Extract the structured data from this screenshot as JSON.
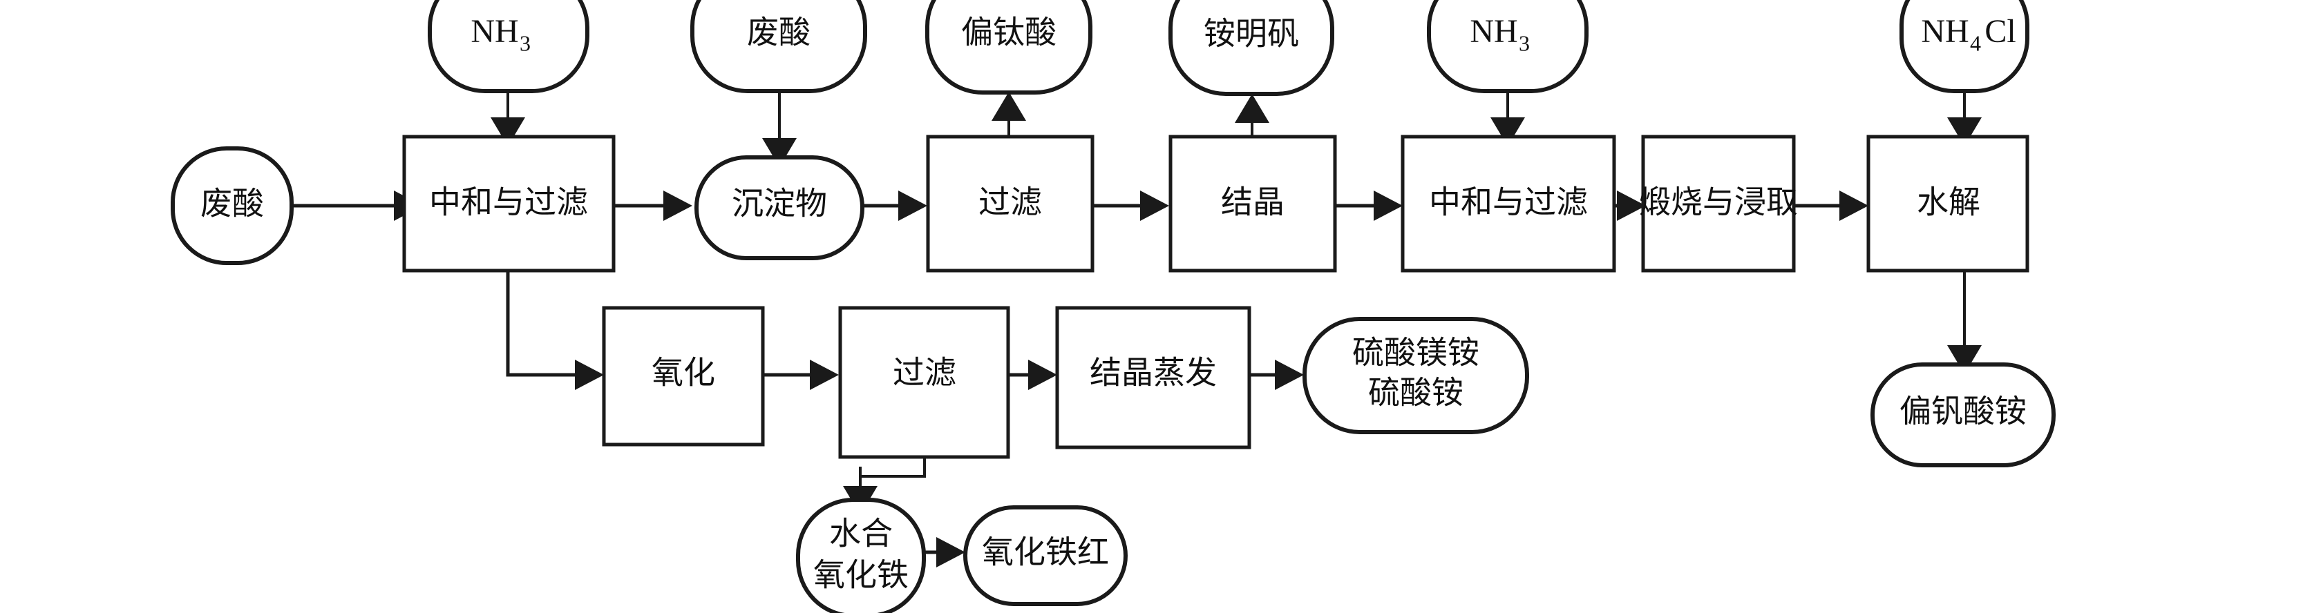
{
  "diagram": {
    "title": "",
    "type": "process-flowchart",
    "colors": {
      "stroke": "#1a1a1a",
      "fill": "#ffffff",
      "text": "#111111"
    },
    "nodes": {
      "waste_acid_in": {
        "label": "废酸",
        "shape": "rounded"
      },
      "nh3_1": {
        "label": "NH",
        "sub": "3",
        "shape": "rounded"
      },
      "neutralize_filter_1": {
        "label": "中和与过滤",
        "shape": "rect"
      },
      "waste_acid_2": {
        "label": "废酸",
        "shape": "rounded"
      },
      "precipitate": {
        "label": "沉淀物",
        "shape": "rounded"
      },
      "metatitanic_acid": {
        "label": "偏钛酸",
        "shape": "rounded"
      },
      "filter_1": {
        "label": "过滤",
        "shape": "rect"
      },
      "ammonium_alum": {
        "label": "铵明矾",
        "shape": "rounded"
      },
      "crystallize": {
        "label": "结晶",
        "shape": "rect"
      },
      "nh3_2": {
        "label": "NH",
        "sub": "3",
        "shape": "rounded"
      },
      "neutralize_filter_2": {
        "label": "中和与过滤",
        "shape": "rect"
      },
      "calcine_leach": {
        "label": "煅烧与浸取",
        "shape": "rect"
      },
      "nh4cl": {
        "label": "NH",
        "sub": "4",
        "label2": "Cl",
        "shape": "rounded"
      },
      "hydrolysis": {
        "label": "水解",
        "shape": "rect"
      },
      "ammonium_metavanadate": {
        "label": "偏钒酸铵",
        "shape": "rounded"
      },
      "oxidation": {
        "label": "氧化",
        "shape": "rect"
      },
      "filter_2": {
        "label": "过滤",
        "shape": "rect"
      },
      "crystallize_evaporate": {
        "label": "结晶蒸发",
        "shape": "rect"
      },
      "ammonium_sulfates": {
        "line1": "硫酸镁铵",
        "line2": "硫酸铵",
        "shape": "rounded"
      },
      "hydrated_iron_oxide": {
        "line1": "水合",
        "line2": "氧化铁",
        "shape": "rounded"
      },
      "iron_oxide_red": {
        "label": "氧化铁红",
        "shape": "rounded"
      }
    }
  }
}
